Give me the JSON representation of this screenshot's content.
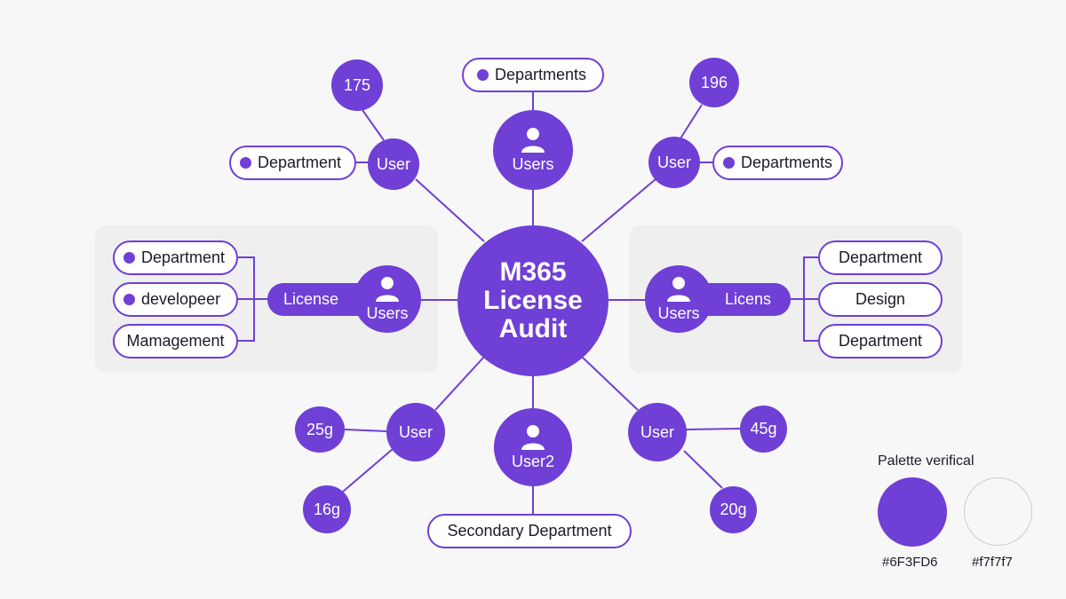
{
  "center": {
    "line1": "M365",
    "line2": "License",
    "line3": "Audit"
  },
  "top": {
    "node": "Users",
    "pill": "Departments"
  },
  "top_left": {
    "node": "User",
    "number": "175",
    "pill": "Department"
  },
  "top_right": {
    "node": "User",
    "number": "196",
    "pill": "Departments"
  },
  "left_group": {
    "node": "Users",
    "bar": "License",
    "items": [
      "Department",
      "developeer",
      "Mamagement"
    ]
  },
  "right_group": {
    "node": "Users",
    "bar": "Licens",
    "items": [
      "Department",
      "Design",
      "Department"
    ]
  },
  "bottom": {
    "node": "User2",
    "pill": "Secondary Department"
  },
  "bottom_left": {
    "node": "User",
    "numbers": [
      "25g",
      "16g"
    ]
  },
  "bottom_right": {
    "node": "User",
    "numbers": [
      "45g",
      "20g"
    ]
  },
  "palette": {
    "title": "Palette verifical",
    "colors": [
      {
        "hex": "#6F3FD6",
        "label": "#6F3FD6"
      },
      {
        "hex": "#f7f7f7",
        "label": "#f7f7f7"
      }
    ]
  },
  "colors": {
    "accent": "#6F3FD6",
    "background": "#f7f7f7",
    "panel": "#efeff0"
  },
  "icons": {
    "person": "person-icon"
  }
}
